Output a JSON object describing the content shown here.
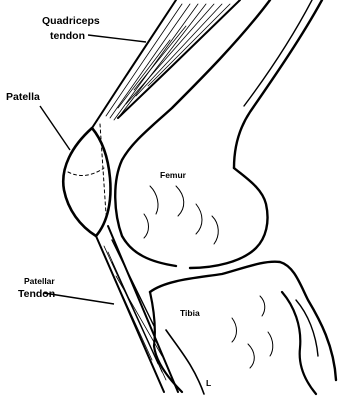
{
  "diagram": {
    "labels": {
      "quadriceps_tendon_line1": "Quadriceps",
      "quadriceps_tendon_line2": "tendon",
      "patella": "Patella",
      "patellar_tendon_overline": "Patellar",
      "patellar_tendon": "Tendon",
      "femur": "Femur",
      "tibia": "Tibia",
      "corner_mark": "L"
    },
    "colors": {
      "ink": "#000000",
      "background": "#ffffff"
    }
  }
}
